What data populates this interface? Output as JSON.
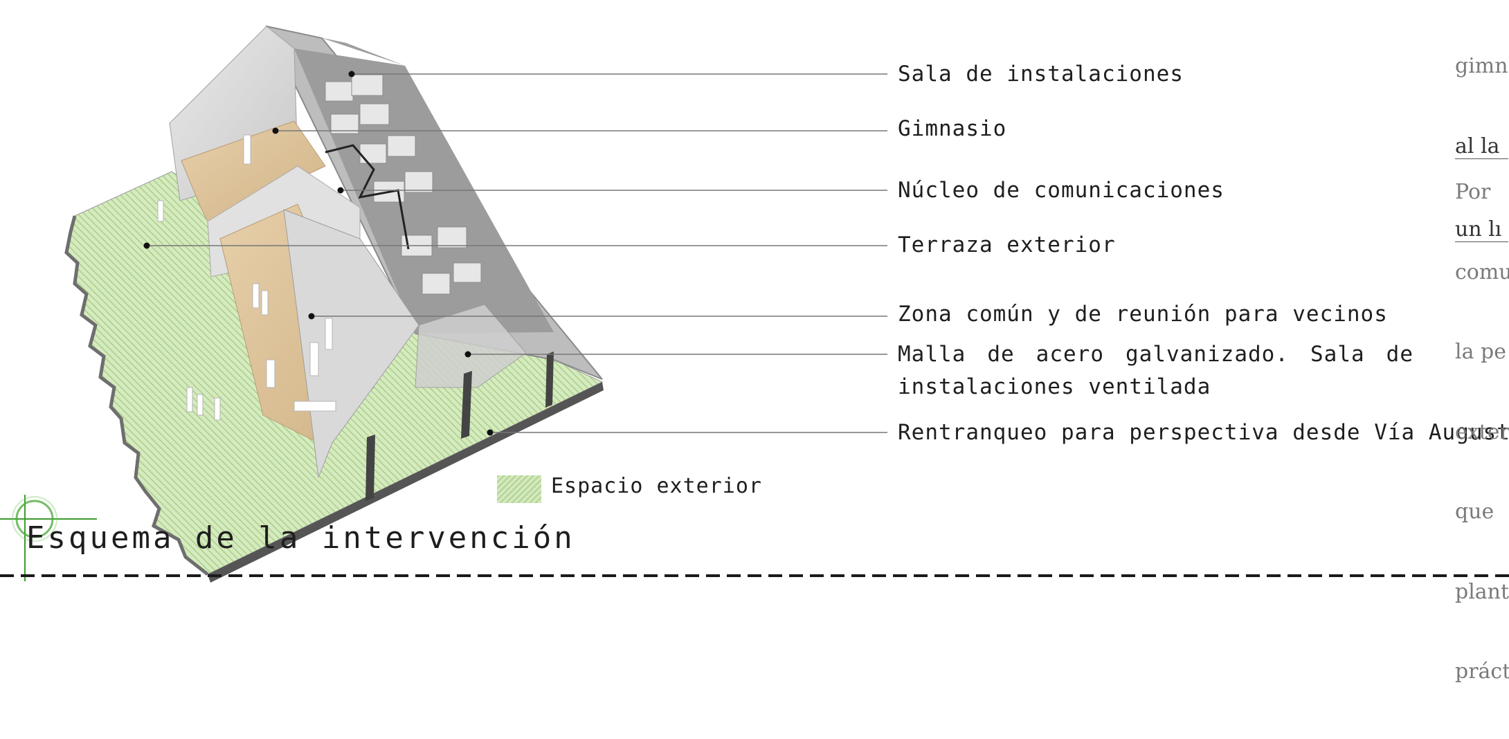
{
  "labels": [
    {
      "id": "sala-instalaciones",
      "text": "Sala de instalaciones"
    },
    {
      "id": "gimnasio",
      "text": "Gimnasio"
    },
    {
      "id": "nucleo-comunicaciones",
      "text": "Núcleo de comunicaciones"
    },
    {
      "id": "terraza-exterior",
      "text": "Terraza exterior"
    },
    {
      "id": "zona-comun",
      "text": "Zona común y de reunión para vecinos"
    },
    {
      "id": "malla-acero",
      "text": "Malla de acero galvanizado. Sala de",
      "continuation": "instalaciones ventilada"
    },
    {
      "id": "rentranqueo",
      "text": "Rentranqueo para perspectiva desde Vía Augusta"
    }
  ],
  "legend": {
    "text": "Espacio exterior",
    "color": "#b9d89a"
  },
  "title": "Esquema de la intervención",
  "side_top_lines": [
    "gimn",
    "al la",
    "un lı"
  ],
  "side_paragraph_lines": [
    "Por",
    "comu",
    "la pe",
    "exter",
    "que",
    "plant",
    "práct"
  ],
  "colors": {
    "green": "#c7e2ab",
    "greenStripe": "#9fc77e",
    "leader": "#666666",
    "crosshair": "#3d9c2f"
  }
}
